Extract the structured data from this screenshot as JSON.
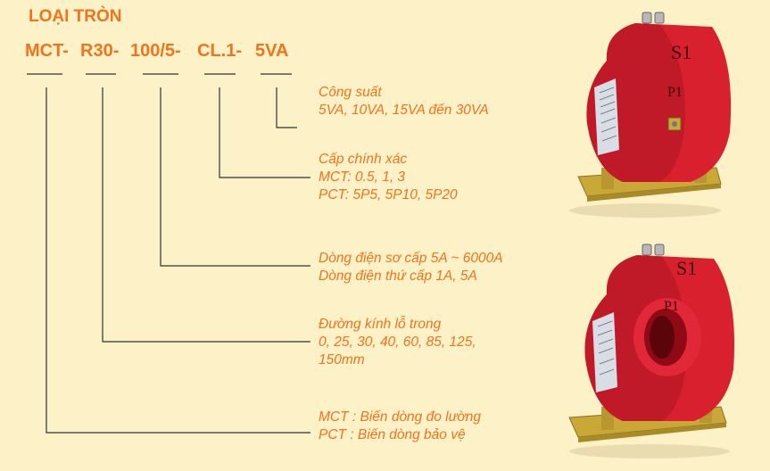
{
  "title": "LOẠI TRÒN",
  "code_parts": [
    "MCT-",
    "R30-",
    "100/5-",
    "CL.1-",
    "5VA"
  ],
  "descriptions": [
    {
      "lines": [
        "Công suất",
        "5VA, 10VA, 15VA đến 30VA"
      ]
    },
    {
      "lines": [
        "Cấp chính xác",
        "MCT: 0.5, 1, 3",
        "PCT: 5P5, 5P10, 5P20"
      ]
    },
    {
      "lines": [
        "Dòng điện sơ cấp 5A ~ 6000A",
        "Dòng điện thứ cấp 1A, 5A"
      ]
    },
    {
      "lines": [
        "Đường kính lỗ trong",
        "0, 25, 30, 40, 60, 85, 125,",
        "150mm"
      ]
    },
    {
      "lines": [
        "MCT : Biến dòng đo lường",
        "PCT : Biến dòng bảo vệ"
      ]
    }
  ],
  "product_labels": {
    "terminal_s1": "S1",
    "terminal_p1": "P1"
  },
  "colors": {
    "background": "#fdf1c8",
    "accent": "#f0741c",
    "line": "#333333",
    "product_red": "#d8202e"
  }
}
